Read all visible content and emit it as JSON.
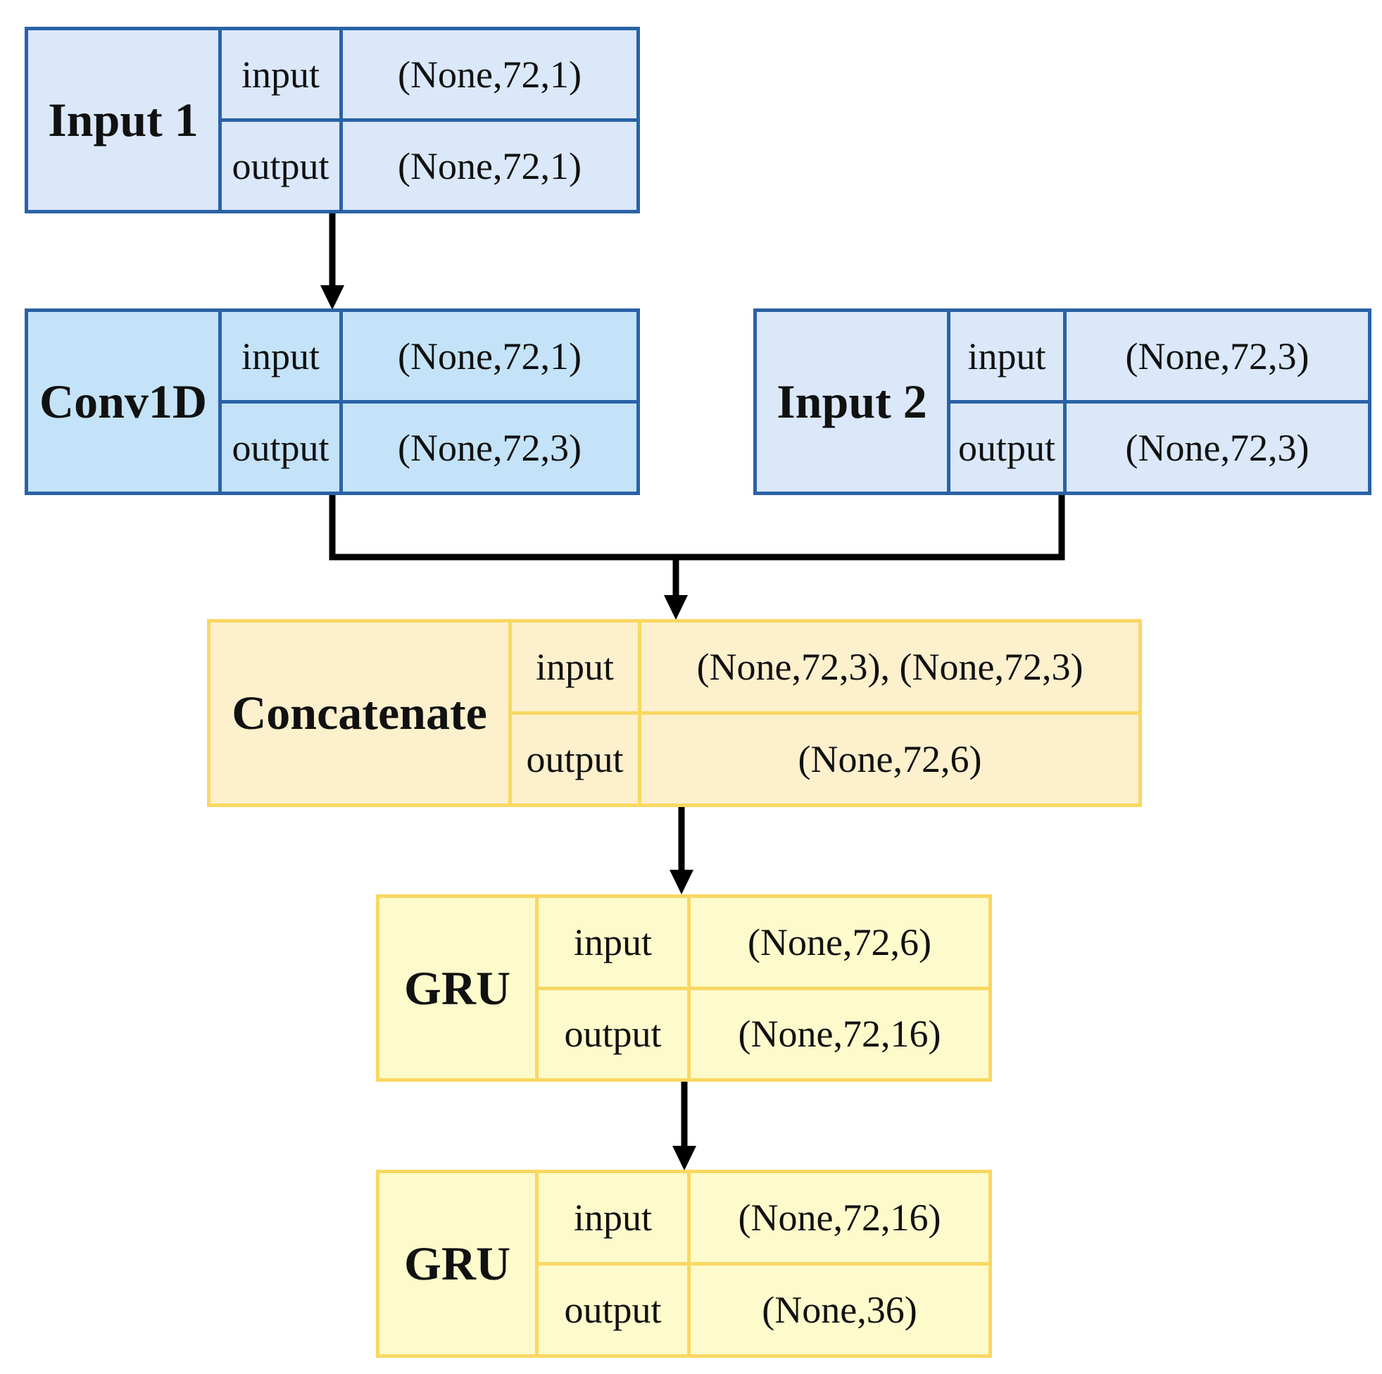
{
  "nodes": [
    {
      "id": "input1",
      "name": "Input 1",
      "input": "(None,72,1)",
      "output": "(None,72,1)"
    },
    {
      "id": "conv1d",
      "name": "Conv1D",
      "input": "(None,72,1)",
      "output": "(None,72,3)"
    },
    {
      "id": "input2",
      "name": "Input 2",
      "input": "(None,72,3)",
      "output": "(None,72,3)"
    },
    {
      "id": "concatenate",
      "name": "Concatenate",
      "input": "(None,72,3), (None,72,3)",
      "output": "(None,72,6)"
    },
    {
      "id": "gru1",
      "name": "GRU",
      "input": "(None,72,6)",
      "output": "(None,72,16)"
    },
    {
      "id": "gru2",
      "name": "GRU",
      "input": "(None,72,16)",
      "output": "(None,36)"
    }
  ],
  "port_labels": {
    "input": "input",
    "output": "output"
  },
  "edges": [
    {
      "from": "input1",
      "to": "conv1d"
    },
    {
      "from": "conv1d",
      "to": "concatenate"
    },
    {
      "from": "input2",
      "to": "concatenate"
    },
    {
      "from": "concatenate",
      "to": "gru1"
    },
    {
      "from": "gru1",
      "to": "gru2"
    }
  ],
  "colors": {
    "blue_border": "#2a62a6",
    "blue_fill_dark": "#c4e3f8",
    "blue_fill_light": "#dae8fa",
    "yellow_border": "#f8d862",
    "yellow_fill_warm": "#fdf0cd",
    "yellow_fill_pale": "#fdfbcb",
    "arrow": "#000000"
  }
}
